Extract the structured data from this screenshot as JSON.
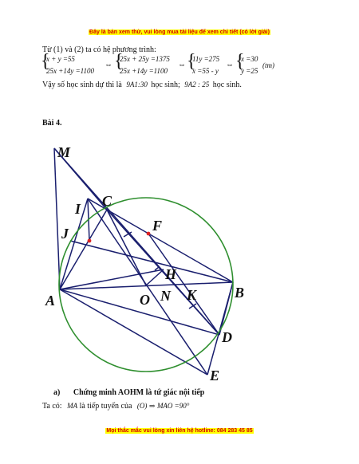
{
  "header_banner": "Đây là bản xem thử, vui lòng mua tài liệu để xem chi tiết (có lời giải)",
  "intro_line": "Từ (1) và (2) ta có hệ phương trình:",
  "system1": {
    "row1": "x + y =55",
    "row2": "25x +14y =1100"
  },
  "system2": {
    "row1": "25x + 25y =1375",
    "row2": "25x +14y =1100"
  },
  "system3": {
    "row1": "11y =275",
    "row2": "x =55 - y"
  },
  "system4": {
    "row1": "x =30",
    "row2": "y =25"
  },
  "equiv_symbol": "⇔",
  "tm_note": "(tm)",
  "conclusion": {
    "prefix": "Vậy số học sinh dự thi là",
    "val1": "9A1:30",
    "mid": "học sinh;",
    "val2": "9A2 : 25",
    "suffix": "học sinh."
  },
  "problem_title": "Bài 4.",
  "figure": {
    "labels": {
      "M": "M",
      "I": "I",
      "C": "C",
      "J": "J",
      "F": "F",
      "H": "H",
      "A": "A",
      "O": "O",
      "N": "N",
      "K": "K",
      "B": "B",
      "D": "D",
      "E": "E"
    },
    "colors": {
      "lines": "#1a1f6e",
      "circle": "#2f8f2f",
      "points": "#dd2222"
    }
  },
  "part_a": {
    "marker": "a)",
    "title": "Chứng minh AOHM là tứ giác nội tiếp"
  },
  "final_line": {
    "prefix": "Ta có:",
    "ma": "MA",
    "mid": "là tiếp tuyến của",
    "circle": "(O)",
    "arrow": "⇒",
    "angle": "MAO =90°"
  },
  "footer_banner": "Mọi thắc mắc vui lòng xin liên hệ hotline: 084 283 45 85"
}
